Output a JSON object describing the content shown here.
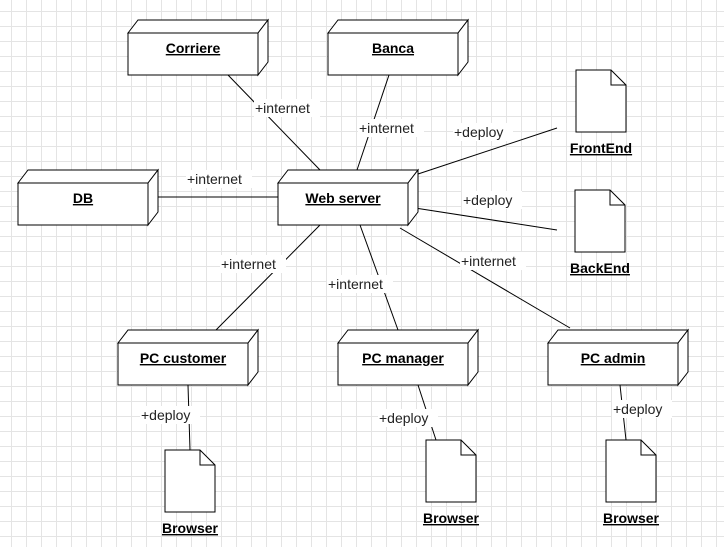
{
  "nodes": {
    "corriere": "Corriere",
    "banca": "Banca",
    "db": "DB",
    "web_server": "Web server",
    "pc_customer": "PC customer",
    "pc_manager": "PC manager",
    "pc_admin": "PC admin"
  },
  "artifacts": {
    "frontend": "FrontEnd",
    "backend": "BackEnd",
    "browser_customer": "Browser",
    "browser_manager": "Browser",
    "browser_admin": "Browser"
  },
  "edges": {
    "corriere_web": "+internet",
    "banca_web": "+internet",
    "db_web": "+internet",
    "web_frontend": "+deploy",
    "web_backend": "+deploy",
    "web_customer": "+internet",
    "web_manager": "+internet",
    "web_admin": "+internet",
    "customer_browser": "+deploy",
    "manager_browser": "+deploy",
    "admin_browser": "+deploy"
  }
}
